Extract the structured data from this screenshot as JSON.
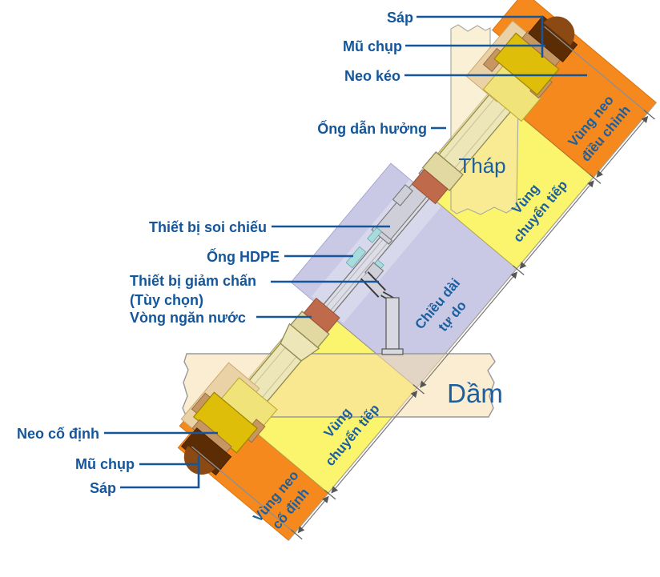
{
  "diagram": {
    "labels": {
      "sap_top": "Sáp",
      "mu_chup_top": "Mũ chụp",
      "neo_keo": "Neo kéo",
      "ong_dan_huong": "Ống dẫn hưởng",
      "thiet_bi_soi_chieu": "Thiết bị soi chiếu",
      "ong_hdpe": "Ống HDPE",
      "thiet_bi_giam_chan": "Thiết bị giảm chấn",
      "tuy_chon": "(Tùy chọn)",
      "vong_ngan_nuoc": "Vòng ngăn nước",
      "neo_co_dinh": "Neo cố định",
      "mu_chup_bottom": "Mũ chụp",
      "sap_bottom": "Sáp",
      "thap": "Tháp",
      "dam": "Dầm"
    },
    "zones": [
      {
        "id": "vung-neo-co-dinh",
        "line1": "Vùng neo",
        "line2": "cố định",
        "color": "#F6891E"
      },
      {
        "id": "vung-chuyen-tiep-dam",
        "line1": "Vùng",
        "line2": "chuyển tiếp",
        "color": "#FBF46D"
      },
      {
        "id": "chieu-dai-tu-do",
        "line1": "Chiều dài",
        "line2": "tự do",
        "color": "#C9C9E6"
      },
      {
        "id": "vung-chuyen-tiep-thap",
        "line1": "Vùng",
        "line2": "chuyển tiếp",
        "color": "#FBF46D"
      },
      {
        "id": "vung-neo-dieu-chinh",
        "line1": "Vùng neo",
        "line2": "điều chỉnh",
        "color": "#F6891E"
      }
    ],
    "colors": {
      "label_blue": "#15569B",
      "zone_label_blue": "#1A5FA0",
      "orange": "#F6891E",
      "yellow": "#FBF46D",
      "lavender": "#C9C9E6",
      "gold": "#DFBE0A",
      "light_gold": "#EFE37A",
      "wax_brown": "#5C2C04",
      "wax_arc": "#8B4A14",
      "seal_red": "#BF6B4B",
      "pipe_khaki": "#EDE6B8",
      "pipe_khaki_light": "#E2D8A2",
      "cable_gray": "#DDDDE6",
      "sleeve_gray": "#CFCFDA",
      "hdpe_cyan": "#A8DCDC",
      "plate_tan": "#C69762",
      "bearing_tan": "#EBD2A6",
      "dim_gray": "#777777"
    }
  }
}
